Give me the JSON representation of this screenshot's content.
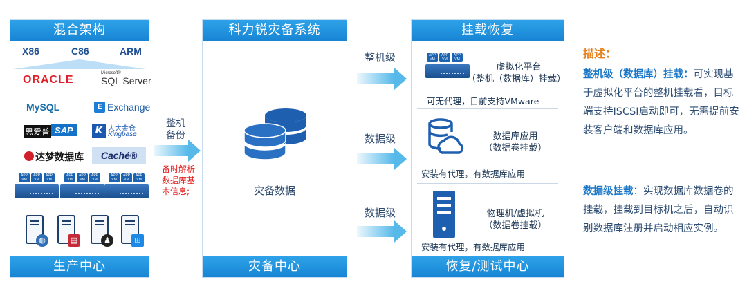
{
  "columns": {
    "production": {
      "header": "混合架构",
      "footer": "生产中心",
      "architectures": [
        "X86",
        "C86",
        "ARM"
      ],
      "logos": {
        "oracle": "ORACLE",
        "sqlserver_prefix": "Microsoft®",
        "sqlserver": "SQL Server",
        "mysql": "MySQL",
        "exchange": "Exchange",
        "sap_prefix": "思爱普",
        "sap": "SAP",
        "kingbase_cn": "人大金仓",
        "kingbase": "Kingbase",
        "dameng": "达梦数据库",
        "cache": "Caché®"
      },
      "vm_chip": "APP VM"
    },
    "dr": {
      "header": "科力锐灾备系统",
      "footer": "灾备中心",
      "center_label": "灾备数据"
    },
    "recovery": {
      "header": "挂载恢复",
      "footer": "恢复/测试中心",
      "panels": [
        {
          "title_line1": "虚拟化平台",
          "title_line2": "（整机（数据库）挂载）",
          "note": "可无代理，目前支持VMware"
        },
        {
          "title_line1": "数据库应用",
          "title_line2": "（数据卷挂载）",
          "note": "安装有代理，有数据库应用"
        },
        {
          "title_line1": "物理机/虚拟机",
          "title_line2": "（数据卷挂载）",
          "note": "安装有代理，有数据库应用"
        }
      ]
    }
  },
  "backup_arrow": {
    "label_line1": "整机",
    "label_line2": "备份",
    "note_line1": "备时解析",
    "note_line2": "数据库基",
    "note_line3": "本信息;"
  },
  "mount_levels": [
    "整机级",
    "数据级",
    "数据级"
  ],
  "description": {
    "title": "描述：",
    "p1_keyword": "整机级（数据库）挂载：",
    "p1_text": "可实现基于虚拟化平台的整机挂载看，目标端支持ISCSI启动即可，无需提前安装客户端和数据库应用。",
    "p2_keyword": "数据级挂载",
    "p2_text": "：实现数据库数据卷的挂载，挂载到目标机之后，自动识别数据库注册并启动相应实例。"
  },
  "colors": {
    "header_blue": "#1785d4",
    "arrow_blue": "#56b9ea",
    "note_red": "#e02020",
    "desc_orange": "#e8801b",
    "desc_keyword": "#1b78c8"
  },
  "icons": [
    "database-stack-icon",
    "database-cloud-icon",
    "server-tower-icon",
    "windows-icon",
    "linux-icon",
    "globe-icon"
  ]
}
